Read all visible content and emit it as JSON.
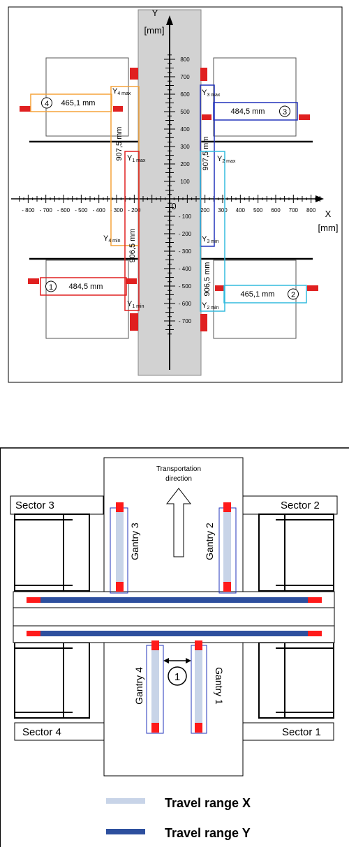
{
  "top": {
    "y_axis_label": "Y",
    "y_axis_unit": "[mm]",
    "x_axis_label": "X",
    "x_axis_unit": "[mm]",
    "origin_label": "0",
    "x_ticks": [
      "- 800",
      "- 700",
      "- 600",
      "- 500",
      "- 400",
      "- 300",
      "- 200",
      "200",
      "300",
      "400",
      "500",
      "600",
      "700",
      "800"
    ],
    "y_ticks": [
      "800",
      "700",
      "600",
      "500",
      "400",
      "300",
      "200",
      "100",
      "- 100",
      "- 200",
      "- 300",
      "- 400",
      "- 500",
      "- 600",
      "- 700"
    ],
    "ranges": {
      "r4": {
        "num": "4",
        "dist": "465,1 mm",
        "vert": "907,5 mm",
        "ymax": "Y",
        "ymax_sub": "4 max",
        "ymin": "Y",
        "ymin_sub": "4 min",
        "color": "#f5a43a"
      },
      "r3": {
        "num": "3",
        "dist": "484,5 mm",
        "vert": "907,5 mm",
        "ymax": "Y",
        "ymax_sub": "3 max",
        "ymin": "Y",
        "ymin_sub": "3 min",
        "color": "#2233bb"
      },
      "r1": {
        "num": "1",
        "dist": "484,5 mm",
        "vert": "906,5 mm",
        "ymax": "Y",
        "ymax_sub": "1 max",
        "ymin": "Y",
        "ymin_sub": "1 min",
        "color": "#e02020"
      },
      "r2": {
        "num": "2",
        "dist": "465,1 mm",
        "vert": "906,5 mm",
        "ymax": "Y",
        "ymax_sub": "2 max",
        "ymin": "Y",
        "ymin_sub": "2 min",
        "color": "#33bbdd"
      }
    }
  },
  "bottom": {
    "transport_line1": "Transportation",
    "transport_line2": "direction",
    "sectors": [
      "Sector 3",
      "Sector 2",
      "Sector 4",
      "Sector 1"
    ],
    "gantries": [
      "Gantry 3",
      "Gantry 2",
      "Gantry 4",
      "Gantry 1"
    ],
    "marker": "1",
    "legend": [
      {
        "label": "Travel range X",
        "color": "#c8d4e8"
      },
      {
        "label": "Travel range Y",
        "color": "#2d4f9e"
      }
    ]
  }
}
